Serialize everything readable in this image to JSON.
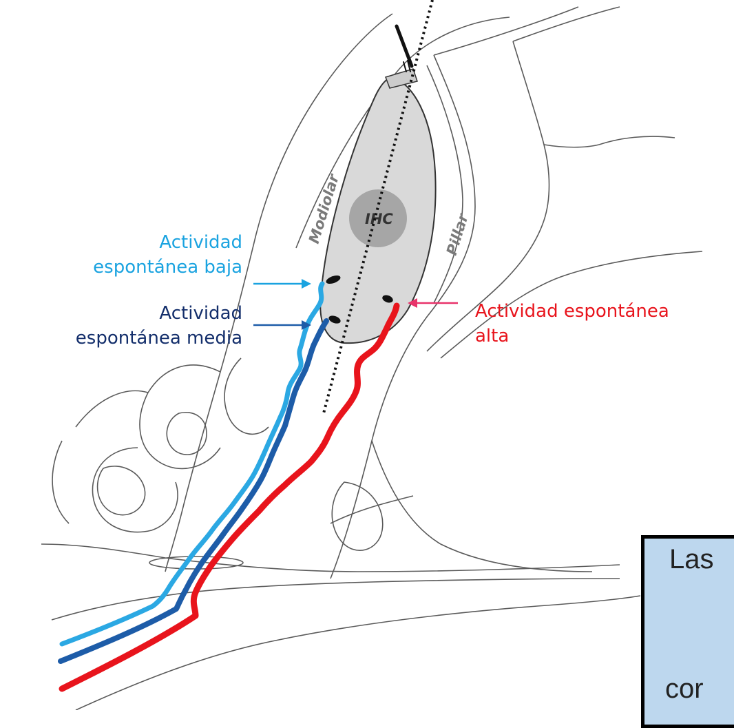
{
  "diagram": {
    "labels": {
      "cell": "IHC",
      "modiolar": "Modiolar",
      "pillar": "Pillar"
    },
    "fiber_callouts": {
      "low": {
        "line1": "Actividad",
        "line2": "espontánea baja",
        "color": "#1aa3e0"
      },
      "medium": {
        "line1": "Actividad",
        "line2": "espontánea media",
        "color": "#132e6b"
      },
      "high": {
        "line1": "Actividad espontánea",
        "line2": "alta",
        "color": "#e8141c"
      }
    },
    "fiber_colors": {
      "low": "#2ba8e3",
      "medium": "#1d5ca8",
      "high": "#e8141c"
    }
  },
  "note_box": {
    "line1": "Las",
    "line2": "cor",
    "background": "#bdd7ee"
  }
}
